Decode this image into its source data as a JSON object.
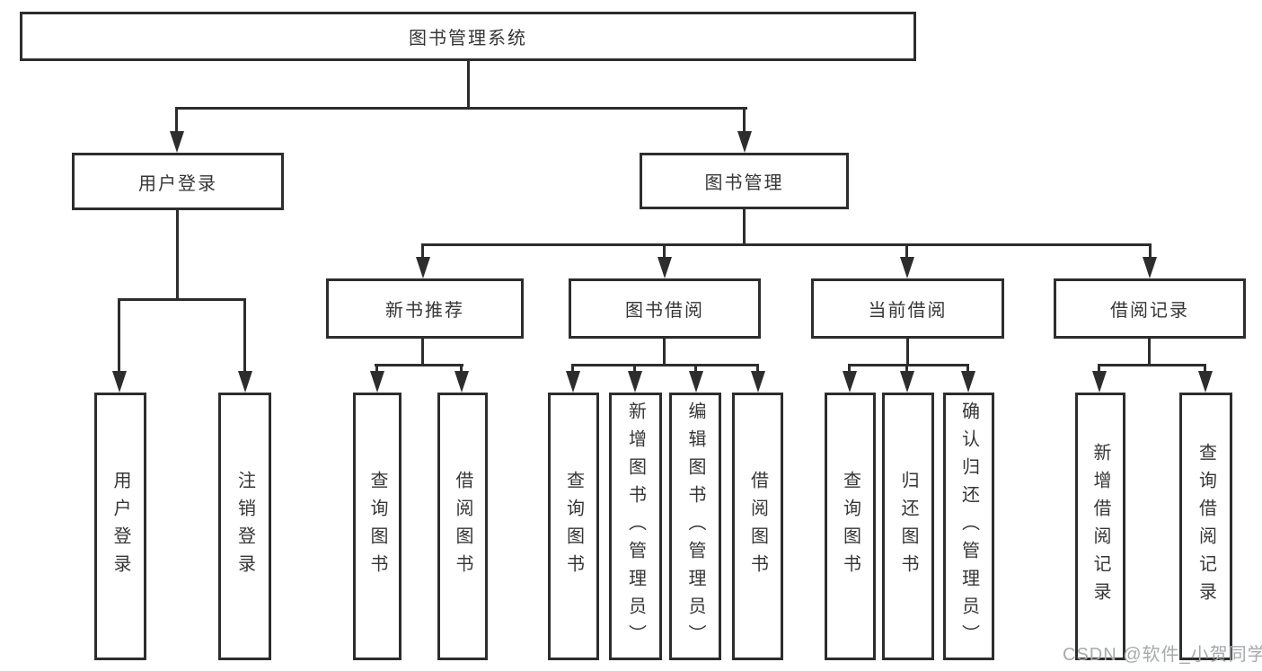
{
  "diagram": {
    "type": "tree",
    "root": {
      "label": "图书管理系统",
      "children": [
        {
          "label": "用户登录",
          "children": [
            {
              "label": "用户登录"
            },
            {
              "label": "注销登录"
            }
          ]
        },
        {
          "label": "图书管理",
          "children": [
            {
              "label": "新书推荐",
              "children": [
                {
                  "label": "查询图书"
                },
                {
                  "label": "借阅图书"
                }
              ]
            },
            {
              "label": "图书借阅",
              "children": [
                {
                  "label": "查询图书"
                },
                {
                  "label": "新增图书（管理员）"
                },
                {
                  "label": "编辑图书（管理员）"
                },
                {
                  "label": "借阅图书"
                }
              ]
            },
            {
              "label": "当前借阅",
              "children": [
                {
                  "label": "查询图书"
                },
                {
                  "label": "归还图书"
                },
                {
                  "label": "确认归还（管理员）"
                }
              ]
            },
            {
              "label": "借阅记录",
              "children": [
                {
                  "label": "新增借阅记录"
                },
                {
                  "label": "查询借阅记录"
                }
              ]
            }
          ]
        }
      ]
    }
  },
  "watermark": {
    "text": "CSDN @软件_小贺同学"
  },
  "colors": {
    "line": "#2d2d2d",
    "text": "#363636",
    "watermark": "#a6a9ae",
    "background": "#ffffff"
  }
}
